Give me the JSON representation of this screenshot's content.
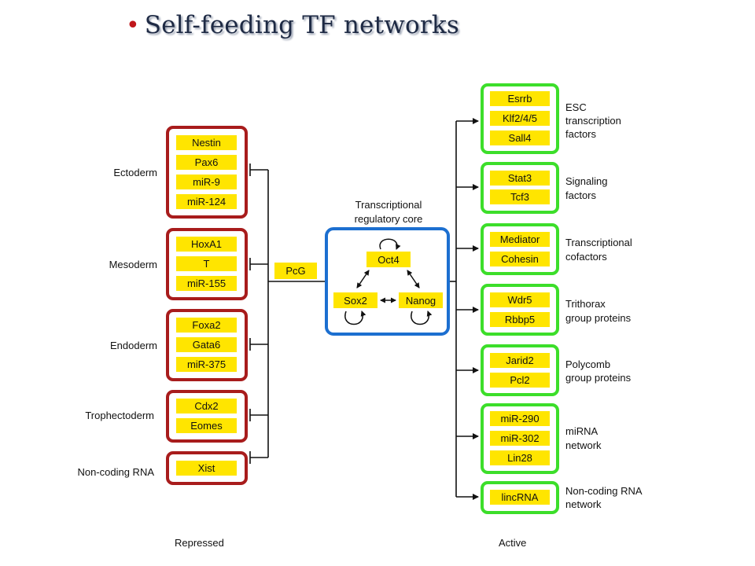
{
  "slide": {
    "bullet": "•",
    "title": "Self-feeding TF networks"
  },
  "core": {
    "caption_line1": "Transcriptional",
    "caption_line2": "regulatory core",
    "nodes": [
      "Oct4",
      "Sox2",
      "Nanog"
    ]
  },
  "pcg": "PcG",
  "repressed": {
    "footer": "Repressed",
    "groups": [
      {
        "label": "Ectoderm",
        "items": [
          "Nestin",
          "Pax6",
          "miR-9",
          "miR-124"
        ]
      },
      {
        "label": "Mesoderm",
        "items": [
          "HoxA1",
          "T",
          "miR-155"
        ]
      },
      {
        "label": "Endoderm",
        "items": [
          "Foxa2",
          "Gata6",
          "miR-375"
        ]
      },
      {
        "label": "Trophectoderm",
        "items": [
          "Cdx2",
          "Eomes"
        ]
      },
      {
        "label": "Non-coding RNA",
        "items": [
          "Xist"
        ]
      }
    ]
  },
  "active": {
    "footer": "Active",
    "groups": [
      {
        "label_lines": [
          "ESC",
          "transcription",
          "factors"
        ],
        "items": [
          "Esrrb",
          "Klf2/4/5",
          "Sall4"
        ]
      },
      {
        "label_lines": [
          "Signaling",
          "factors"
        ],
        "items": [
          "Stat3",
          "Tcf3"
        ]
      },
      {
        "label_lines": [
          "Transcriptional",
          "cofactors"
        ],
        "items": [
          "Mediator",
          "Cohesin"
        ]
      },
      {
        "label_lines": [
          "Trithorax",
          "group proteins"
        ],
        "items": [
          "Wdr5",
          "Rbbp5"
        ]
      },
      {
        "label_lines": [
          "Polycomb",
          "group proteins"
        ],
        "items": [
          "Jarid2",
          "Pcl2"
        ]
      },
      {
        "label_lines": [
          "miRNA",
          "network"
        ],
        "items": [
          "miR-290",
          "miR-302",
          "Lin28"
        ]
      },
      {
        "label_lines": [
          "Non-coding RNA",
          "network"
        ],
        "items": [
          "lincRNA"
        ]
      }
    ]
  },
  "colors": {
    "repressed_border": "#a81c1c",
    "active_border": "#3cde2a",
    "core_border": "#1c6fd0",
    "gene_fill": "#ffe500"
  }
}
